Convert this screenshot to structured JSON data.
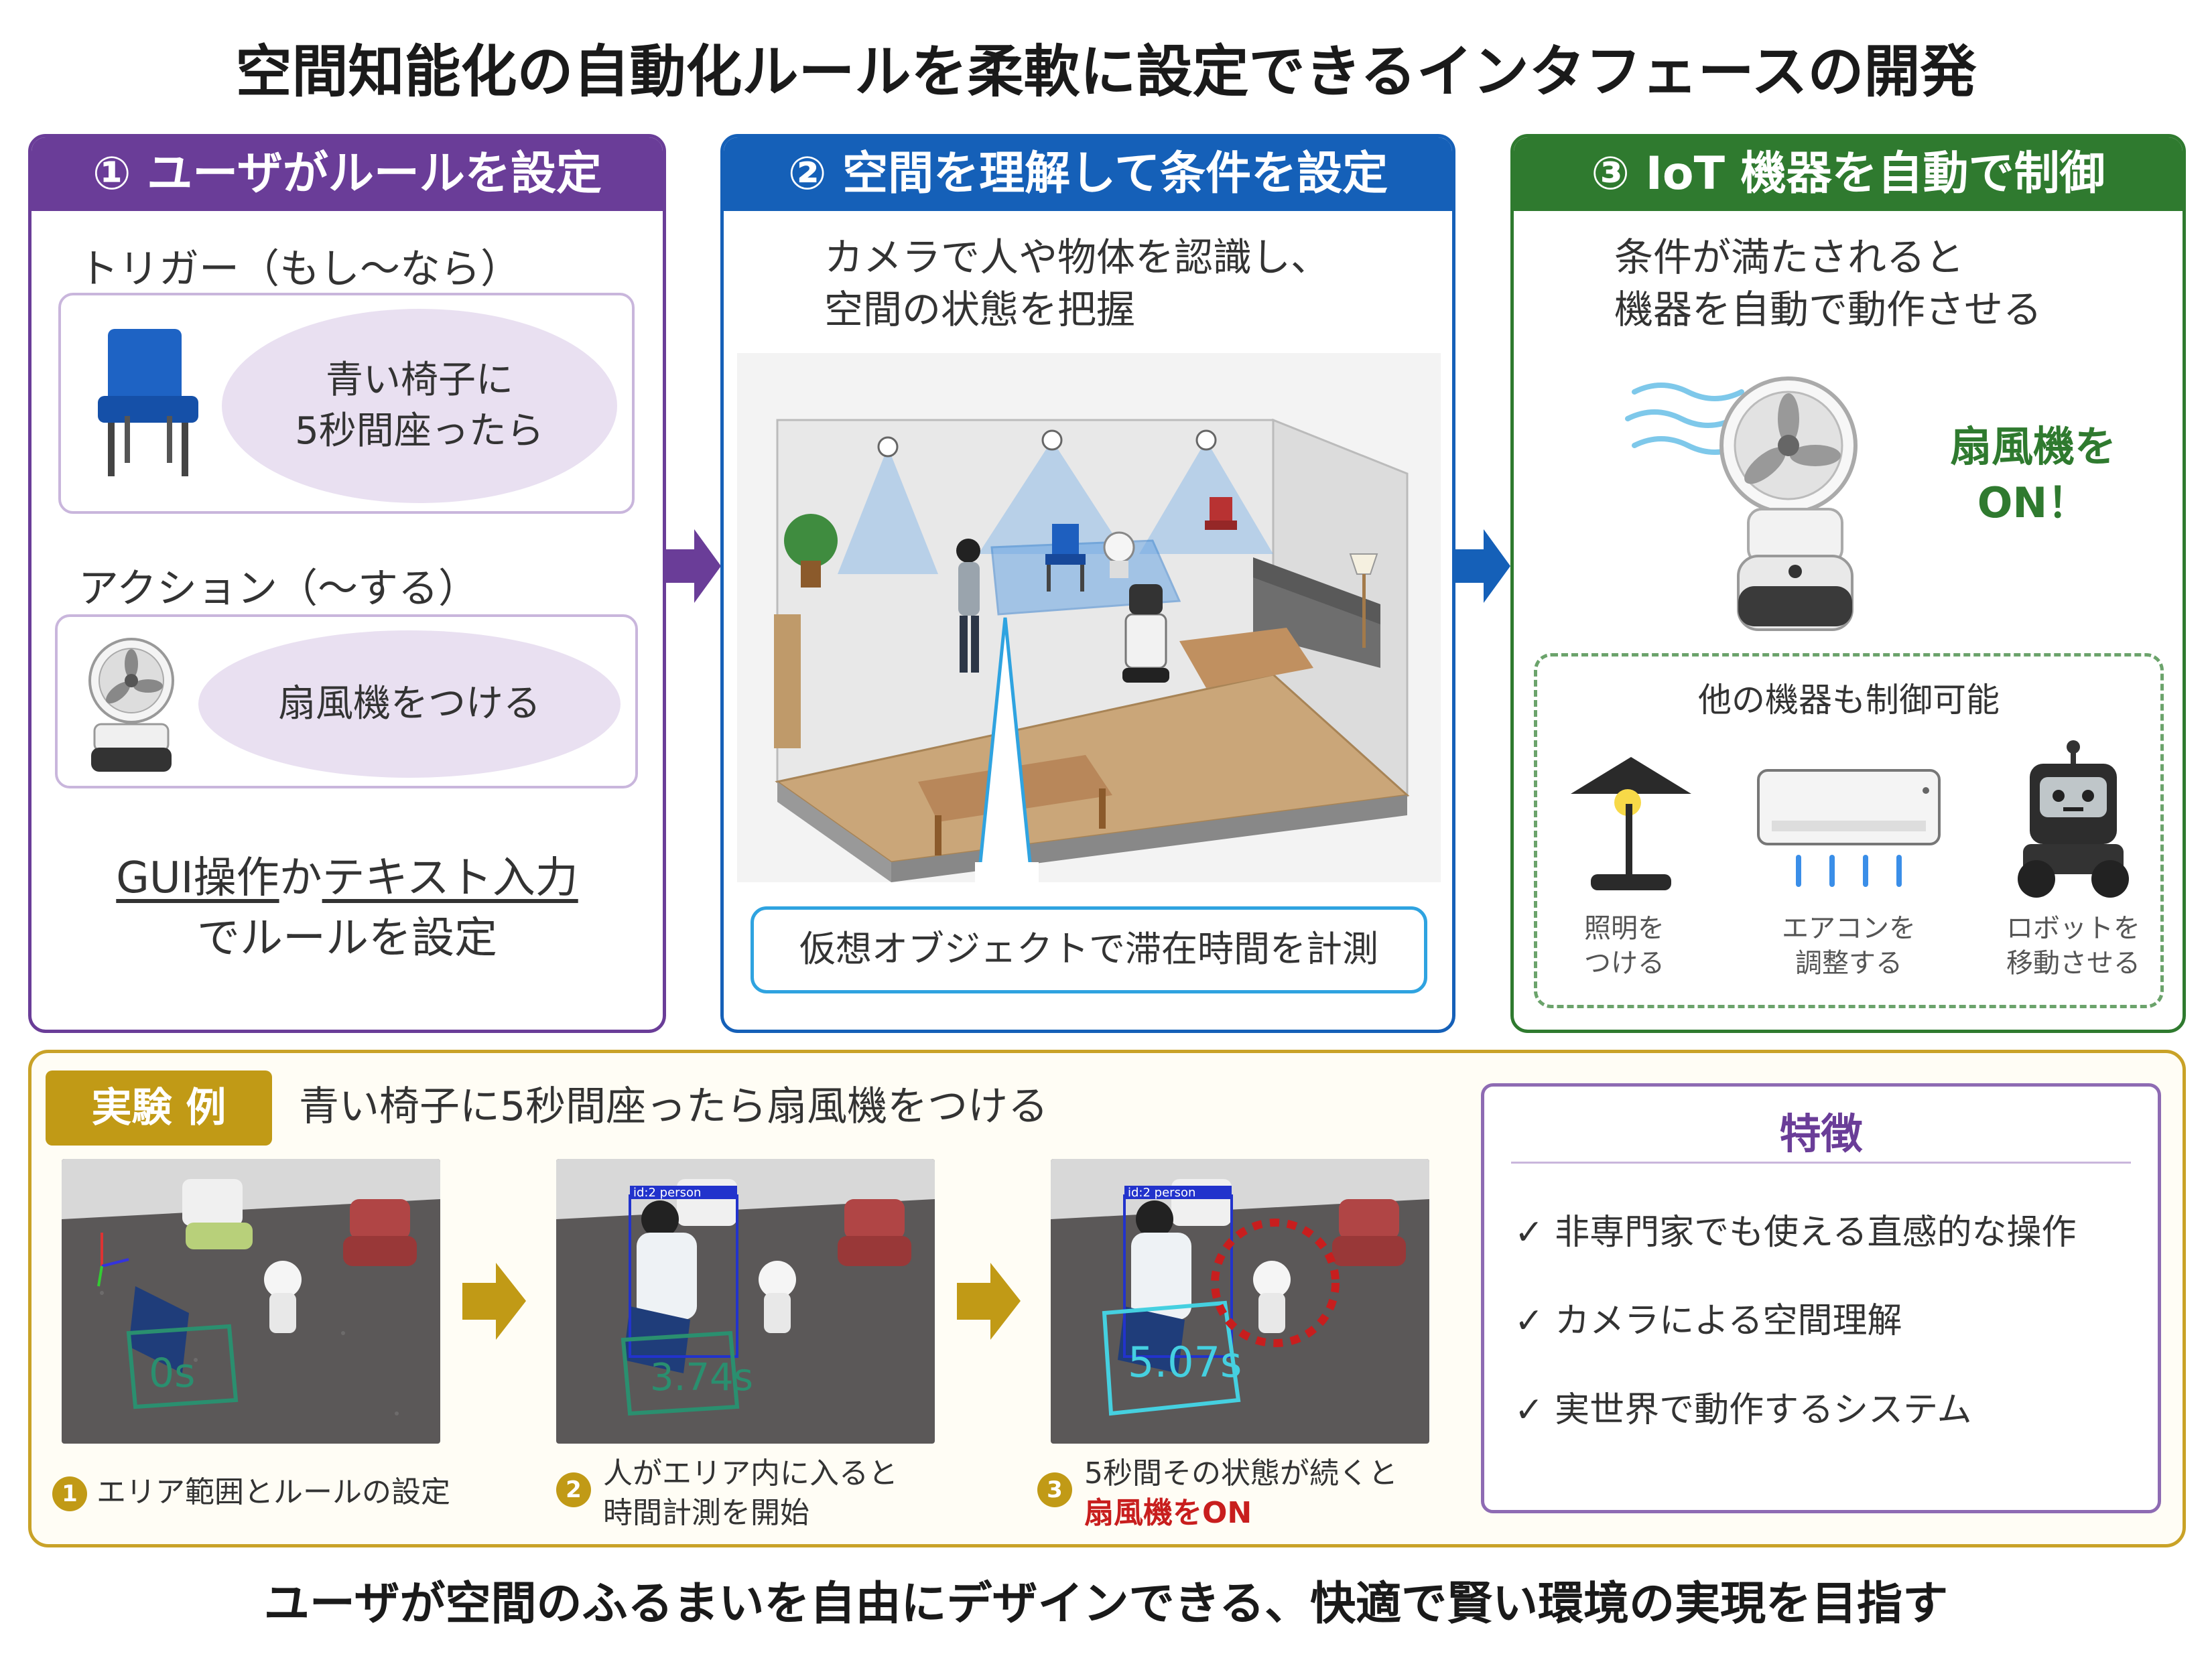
{
  "title": "空間知能化の自動化ルールを柔軟に設定できるインタフェースの開発",
  "panel1": {
    "header": "① ユーザがルールを設定",
    "trigger_label": "トリガー（もし〜なら）",
    "trigger_line1": "青い椅子に",
    "trigger_line2": "5秒間座ったら",
    "action_label": "アクション（〜する）",
    "action_text": "扇風機をつける",
    "gui_a": "GUI操作",
    "gui_b": "か",
    "gui_c": "テキスト入力",
    "gui_line2": "でルールを設定"
  },
  "panel2": {
    "header": "② 空間を理解して条件を設定",
    "desc_line1": "カメラで人や物体を認識し、",
    "desc_line2": "空間の状態を把握",
    "callout": "仮想オブジェクトで滞在時間を計測"
  },
  "panel3": {
    "header": "③ IoT 機器を自動で制御",
    "desc_line1": "条件が満たされると",
    "desc_line2": "機器を自動で動作させる",
    "fan_on_line1": "扇風機を",
    "fan_on_line2": "ON！",
    "other_title": "他の機器も制御可能",
    "devices": [
      {
        "line1": "照明を",
        "line2": "つける"
      },
      {
        "line1": "エアコンを",
        "line2": "調整する"
      },
      {
        "line1": "ロボットを",
        "line2": "移動させる"
      }
    ]
  },
  "experiment": {
    "badge": "実験 例",
    "title": "青い椅子に5秒間座ったら扇風機をつける",
    "steps": [
      {
        "num": "1",
        "line1": "エリア範囲とルールの設定",
        "line2": "",
        "overlay": "0s"
      },
      {
        "num": "2",
        "line1": "人がエリア内に入ると",
        "line2": "時間計測を開始",
        "overlay": "3.74s",
        "tag": "id:2 person"
      },
      {
        "num": "3",
        "line1": "5秒間その状態が続くと",
        "line2": "扇風機をON",
        "overlay": "5.07s",
        "tag": "id:2 person"
      }
    ]
  },
  "features": {
    "title": "特徴",
    "items": [
      "✓ 非専門家でも使える直感的な操作",
      "✓ カメラによる空間理解",
      "✓ 実世界で動作するシステム"
    ]
  },
  "footer": "ユーザが空間のふるまいを自由にデザインできる、快適で賢い環境の実現を目指す",
  "colors": {
    "purple": "#6a3d98",
    "blue": "#1560b8",
    "green": "#2f7a2f",
    "gold": "#c19a16",
    "red": "#c81e1e"
  }
}
